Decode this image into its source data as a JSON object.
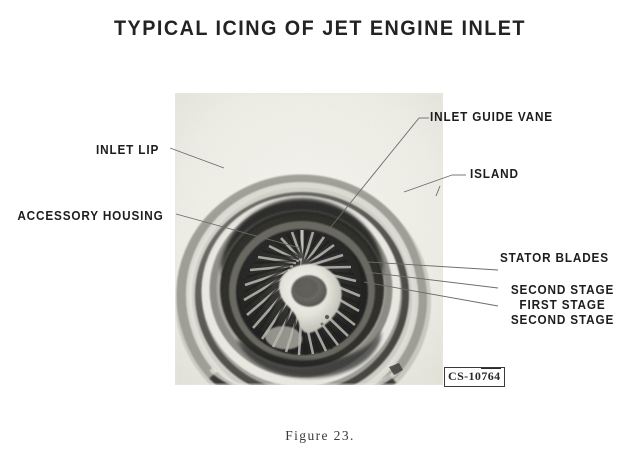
{
  "title": "TYPICAL ICING OF JET ENGINE INLET",
  "caption": "Figure 23.",
  "photo": {
    "subject": "jet-engine-inlet-with-ice-accretion",
    "code_prefix": "CS-10",
    "code_suffix": "764",
    "code_full": "CS-10764"
  },
  "labels": {
    "inlet_lip": "INLET LIP",
    "accessory_housing": "ACCESSORY HOUSING",
    "inlet_guide_vane": "INLET GUIDE VANE",
    "island": "ISLAND",
    "stator_blades": "STATOR BLADES",
    "stage_second_upper": "SECOND STAGE",
    "stage_first": "FIRST STAGE",
    "stage_second_lower": "SECOND STAGE"
  },
  "colors": {
    "page_background": "#ffffff",
    "text": "#1d1d1d",
    "title_text": "#232323",
    "caption_text": "#3a3a3a",
    "leader_line": "#6b6b68",
    "photo_paper": "#efeee7",
    "photo_dark": "#2b2b2b",
    "ice_white": "#f2f1ea"
  }
}
